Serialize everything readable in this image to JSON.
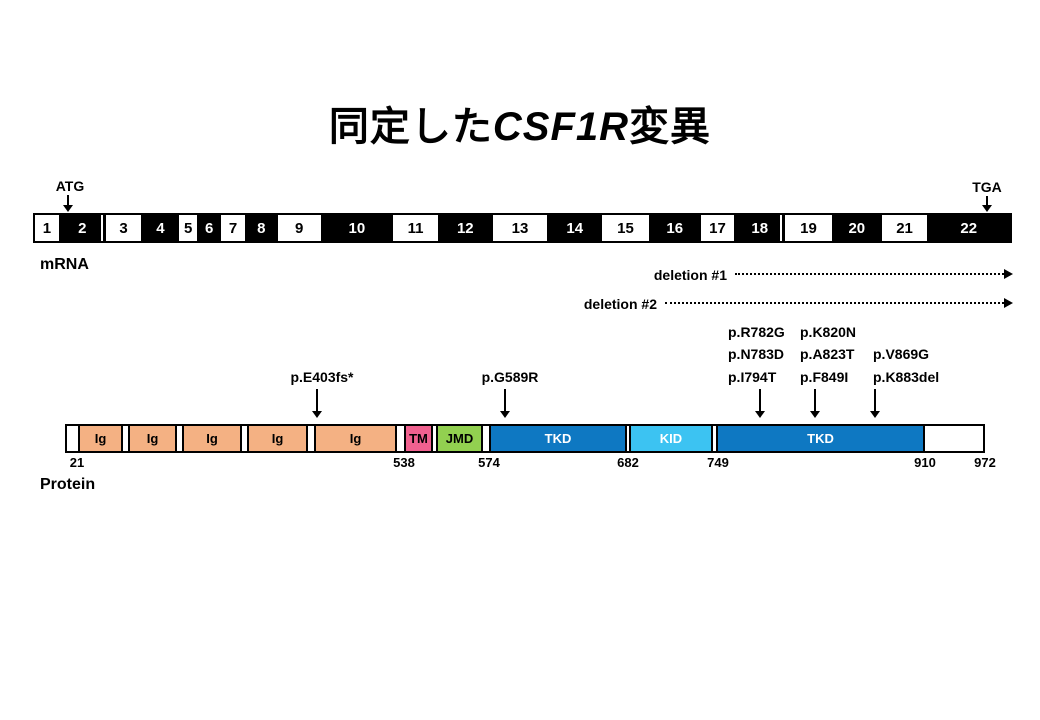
{
  "title": {
    "prefix": "同定した",
    "gene": "CSF1R",
    "suffix": "変異"
  },
  "colors": {
    "ig": "#F4B183",
    "tm": "#F0618F",
    "jmd": "#92D050",
    "tkd": "#0E78C2",
    "kid": "#3CC3F2",
    "exon_dark": "#000000",
    "exon_light": "#FFFFFF"
  },
  "mrna": {
    "label": "mRNA",
    "start_codon": "ATG",
    "stop_codon": "TGA",
    "exons": [
      {
        "label": "1",
        "fill": "white"
      },
      {
        "label": "2",
        "fill": "black"
      },
      {
        "label": "3",
        "fill": "white"
      },
      {
        "label": "4",
        "fill": "black"
      },
      {
        "label": "5",
        "fill": "white"
      },
      {
        "label": "6",
        "fill": "black"
      },
      {
        "label": "7",
        "fill": "white"
      },
      {
        "label": "8",
        "fill": "black"
      },
      {
        "label": "9",
        "fill": "white"
      },
      {
        "label": "10",
        "fill": "black"
      },
      {
        "label": "11",
        "fill": "white"
      },
      {
        "label": "12",
        "fill": "black"
      },
      {
        "label": "13",
        "fill": "white"
      },
      {
        "label": "14",
        "fill": "black"
      },
      {
        "label": "15",
        "fill": "white"
      },
      {
        "label": "16",
        "fill": "black"
      },
      {
        "label": "17",
        "fill": "white"
      },
      {
        "label": "18",
        "fill": "black"
      },
      {
        "label": "19",
        "fill": "white"
      },
      {
        "label": "20",
        "fill": "black"
      },
      {
        "label": "21",
        "fill": "white"
      },
      {
        "label": "22",
        "fill": "black"
      }
    ],
    "deletions": [
      {
        "label": "deletion #1"
      },
      {
        "label": "deletion #2"
      }
    ]
  },
  "protein": {
    "label": "Protein",
    "domains": [
      {
        "label": "Ig"
      },
      {
        "label": "Ig"
      },
      {
        "label": "Ig"
      },
      {
        "label": "Ig"
      },
      {
        "label": "Ig"
      },
      {
        "label": "TM"
      },
      {
        "label": "JMD"
      },
      {
        "label": "TKD"
      },
      {
        "label": "KID"
      },
      {
        "label": "TKD"
      }
    ],
    "positions": [
      "21",
      "538",
      "574",
      "682",
      "749",
      "910",
      "972"
    ],
    "mutations_left": [
      {
        "label": "p.E403fs*"
      },
      {
        "label": "p.G589R"
      }
    ],
    "mutation_grid": [
      [
        "p.R782G",
        "p.K820N"
      ],
      [
        "p.N783D",
        "p.A823T",
        "p.V869G"
      ],
      [
        "p.I794T",
        "p.F849I",
        "p.K883del"
      ]
    ]
  }
}
